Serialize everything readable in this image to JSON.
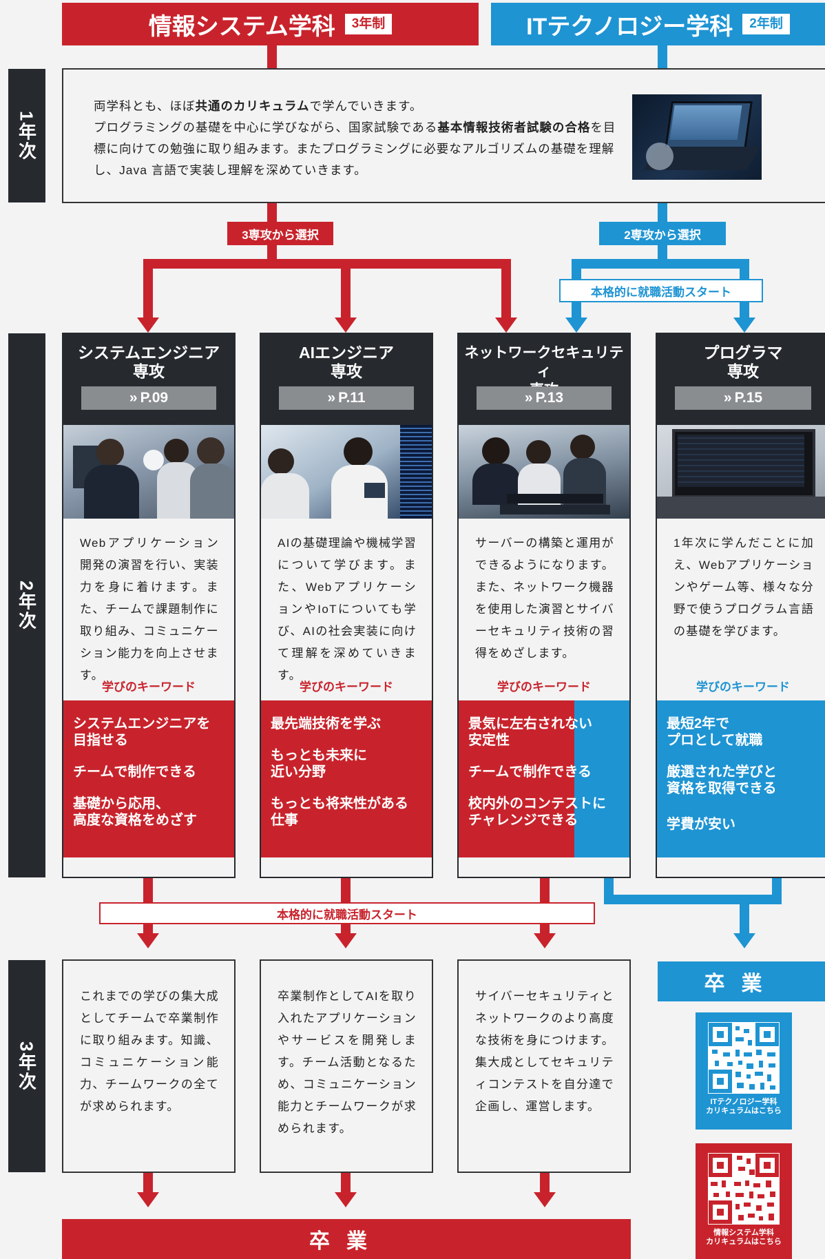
{
  "header": {
    "dept1": {
      "name": "情報システム学科",
      "badge": "3年制"
    },
    "dept2": {
      "name": "ITテクノロジー学科",
      "badge": "2年制"
    }
  },
  "years": {
    "y1": "1年次",
    "y2": "2年次",
    "y3": "3年次"
  },
  "intro": {
    "p1a": "両学科とも、ほぼ",
    "p1b": "共通のカリキュラム",
    "p1c": "で学んでいきます。",
    "p2a": "プログラミングの基礎を中心に学びながら、国家試験である",
    "p2b": "基本情報技術者試験の合格",
    "p2c": "を目標に向けての勉強に取り組みます。またプログラミングに必要なアルゴリズムの基礎を理解し、Java 言語で実装し理解を深めていきます。"
  },
  "select": {
    "red": "3専攻から選択",
    "blue": "2専攻から選択"
  },
  "job_start": "本格的に就職活動スタート",
  "keyword_label": "学びのキーワード",
  "courses": [
    {
      "title": "システムエンジニア\n専攻",
      "page": "P.09",
      "desc": "Webアプリケーション開発の演習を行い、実装力を身に着けます。また、チームで課題制作に取り組み、コミュニケーション能力を向上させます。",
      "keywords": [
        "システムエンジニアを\n目指せる",
        "チームで制作できる",
        "基礎から応用、\n高度な資格をめざす"
      ],
      "year3": "これまでの学びの集大成としてチームで卒業制作に取り組みます。知識、コミュニケーション能力、チームワークの全てが求められます。"
    },
    {
      "title": "AIエンジニア\n専攻",
      "page": "P.11",
      "desc": "AIの基礎理論や機械学習について学びます。また、WebアプリケーションやIoTについても学び、AIの社会実装に向けて理解を深めていきます。",
      "keywords": [
        "最先端技術を学ぶ",
        "もっとも未来に\n近い分野",
        "もっとも将来性がある\n仕事"
      ],
      "year3": "卒業制作としてAIを取り入れたアプリケーションやサービスを開発します。チーム活動となるため、コミュニケーション能力とチームワークが求められます。"
    },
    {
      "title": "ネットワークセキュリティ\n専攻",
      "page": "P.13",
      "desc": "サーバーの構築と運用ができるようになります。また、ネットワーク機器を使用した演習とサイバーセキュリティ技術の習得をめざします。",
      "keywords": [
        "景気に左右されない\n安定性",
        "チームで制作できる",
        "校内外のコンテストに\nチャレンジできる"
      ],
      "year3": "サイバーセキュリティとネットワークのより高度な技術を身につけます。集大成としてセキュリティコンテストを自分達で企画し、運営します。"
    },
    {
      "title": "プログラマ\n専攻",
      "page": "P.15",
      "desc": "1年次に学んだことに加え、Webアプリケーションやゲーム等、様々な分野で使うプログラム言語の基礎を学びます。",
      "keywords": [
        "最短2年で\nプロとして就職",
        "厳選された学びと\n資格を取得できる",
        "学費が安い"
      ]
    }
  ],
  "graduation": "卒業",
  "qr": {
    "it": "ITテクノロジー学科\nカリキュラムはこちら",
    "sys": "情報システム学科\nカリキュラムはこちら"
  },
  "colors": {
    "red": "#c8232c",
    "blue": "#1e94d3",
    "dark": "#262a2f",
    "bg": "#f3f3f3"
  }
}
